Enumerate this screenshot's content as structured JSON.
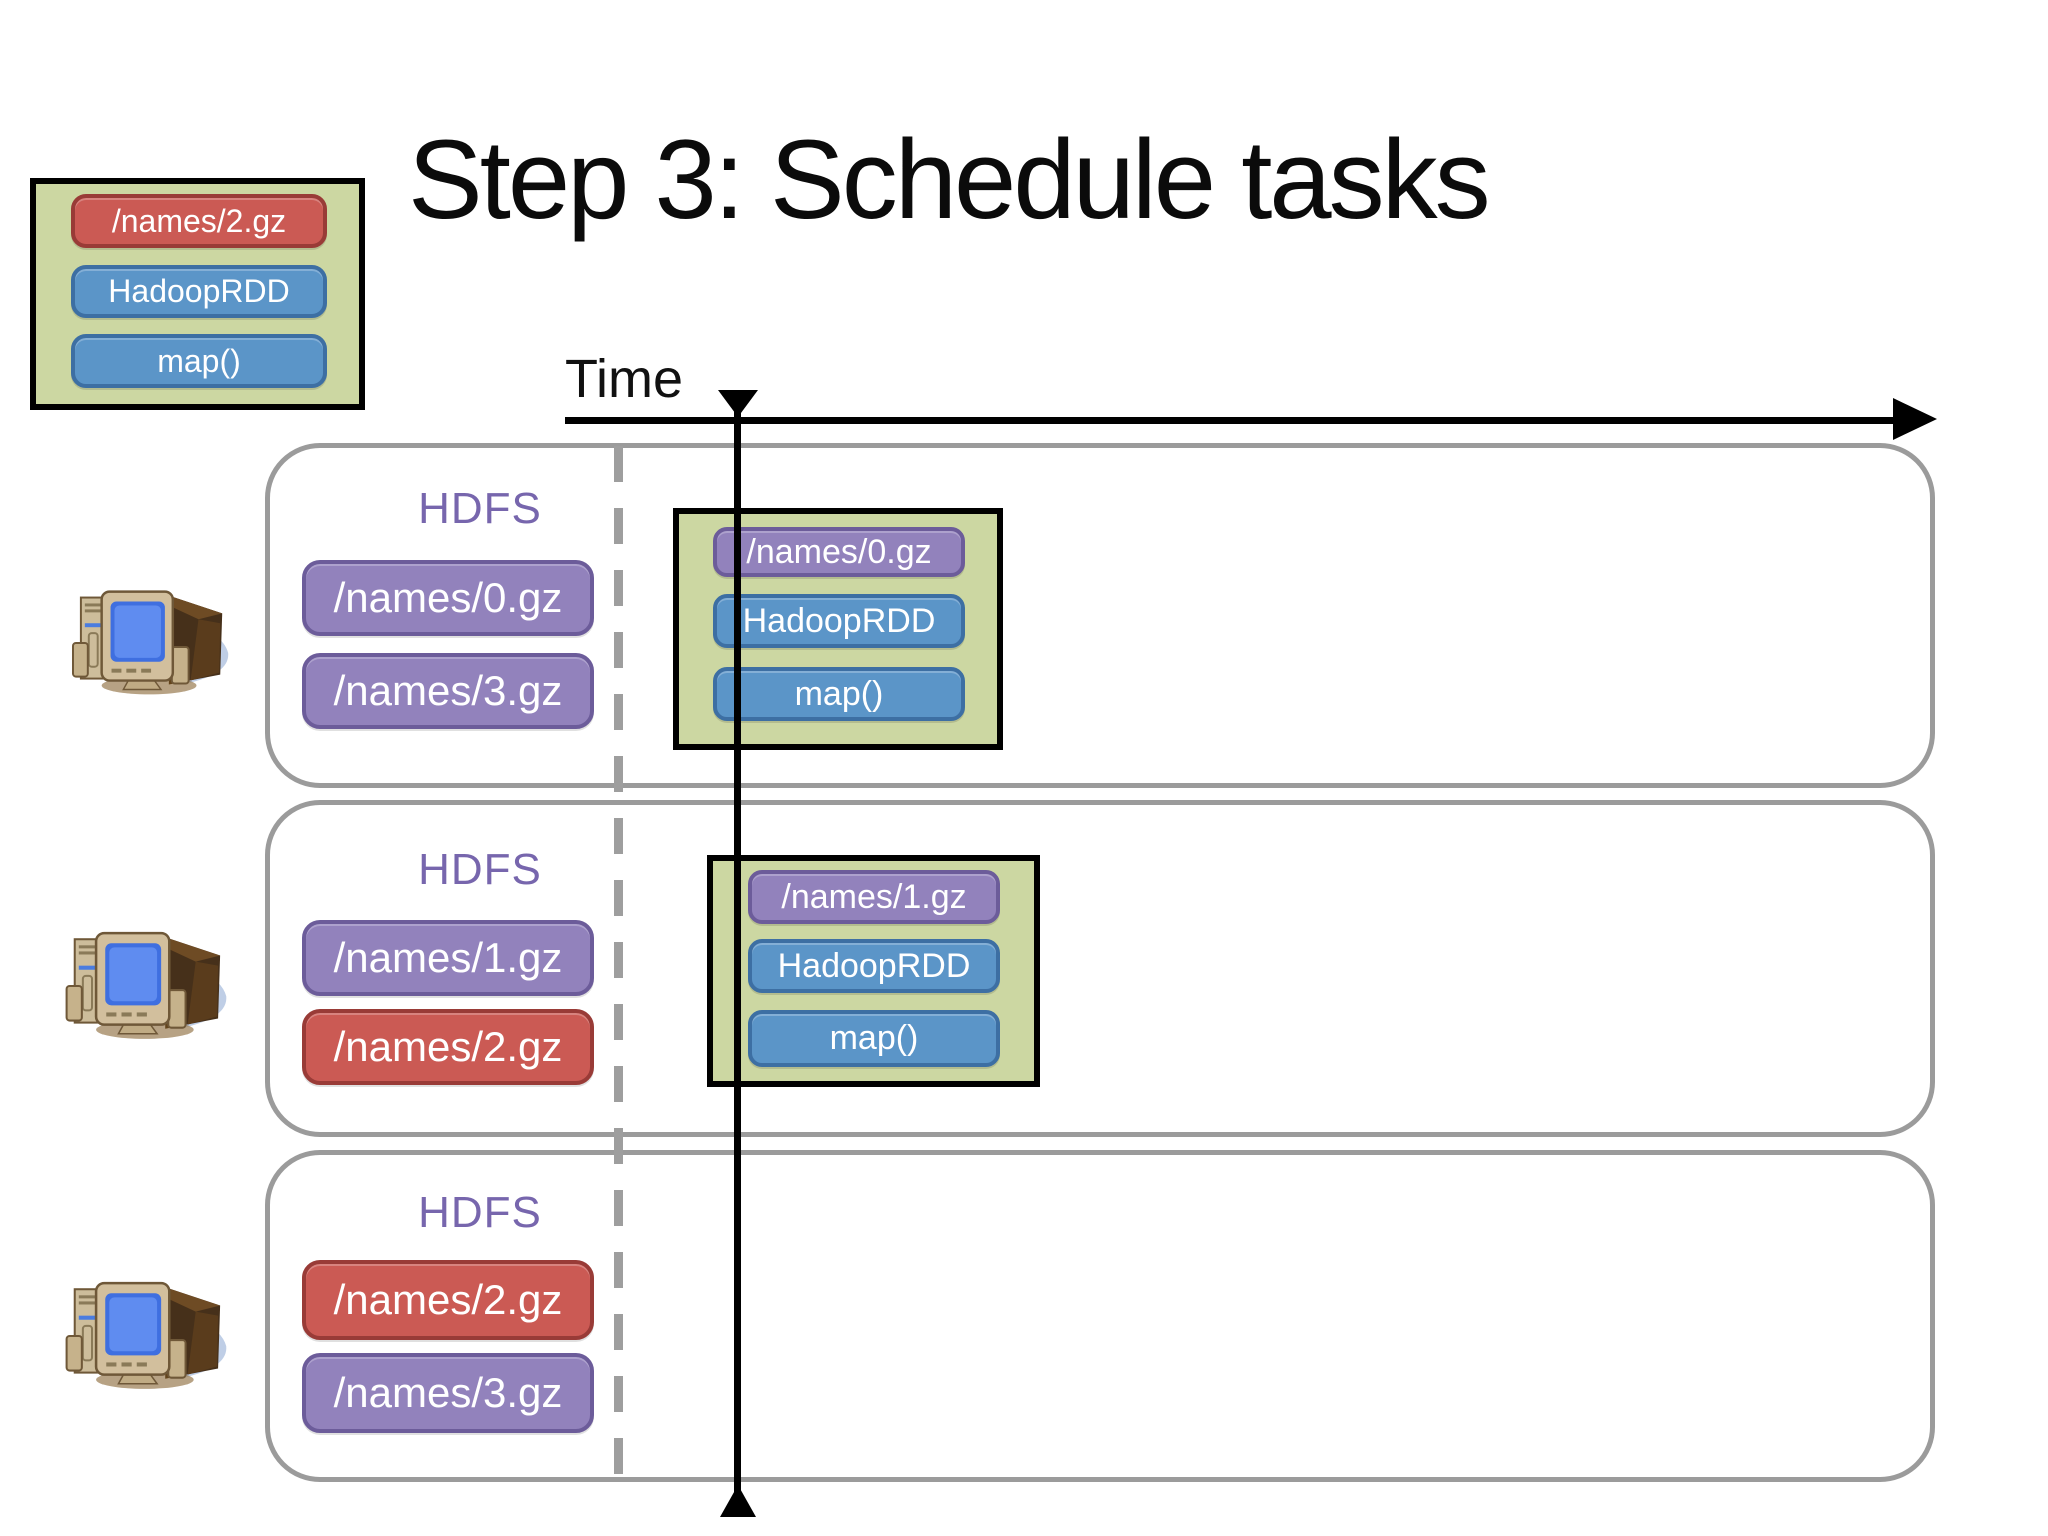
{
  "title": "Step 3: Schedule tasks",
  "timeline": {
    "label": "Time"
  },
  "legend": {
    "pills": [
      {
        "label": "/names/2.gz",
        "color": "red"
      },
      {
        "label": "HadoopRDD",
        "color": "blue"
      },
      {
        "label": "map()",
        "color": "blue"
      }
    ]
  },
  "workers": [
    {
      "hdfs_label": "HDFS",
      "files": [
        {
          "label": "/names/0.gz",
          "color": "purple"
        },
        {
          "label": "/names/3.gz",
          "color": "purple"
        }
      ],
      "task": {
        "pills": [
          {
            "label": "/names/0.gz",
            "color": "purple"
          },
          {
            "label": "HadoopRDD",
            "color": "blue"
          },
          {
            "label": "map()",
            "color": "blue"
          }
        ]
      }
    },
    {
      "hdfs_label": "HDFS",
      "files": [
        {
          "label": "/names/1.gz",
          "color": "purple"
        },
        {
          "label": "/names/2.gz",
          "color": "red"
        }
      ],
      "task": {
        "pills": [
          {
            "label": "/names/1.gz",
            "color": "purple"
          },
          {
            "label": "HadoopRDD",
            "color": "blue"
          },
          {
            "label": "map()",
            "color": "blue"
          }
        ]
      }
    },
    {
      "hdfs_label": "HDFS",
      "files": [
        {
          "label": "/names/2.gz",
          "color": "red"
        },
        {
          "label": "/names/3.gz",
          "color": "purple"
        }
      ]
    }
  ],
  "colors": {
    "task_box_green": "#ccd7a2",
    "pill_purple": "#9282bc",
    "pill_red": "#cb5a54",
    "pill_blue": "#5b95c8",
    "hdfs_text_purple": "#7766ad",
    "row_border_gray": "#9b9b9b",
    "axis_black": "#000000"
  }
}
